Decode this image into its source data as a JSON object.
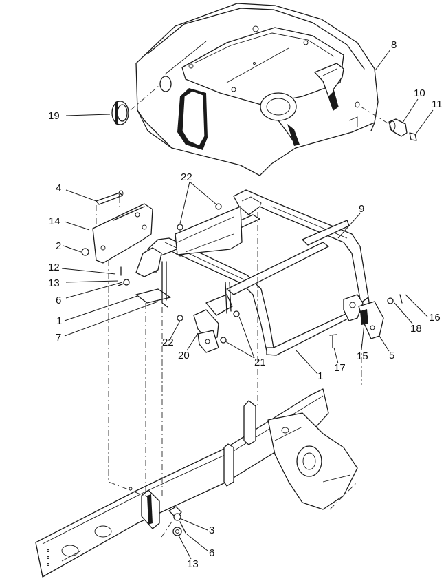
{
  "callouts": [
    {
      "id": "c8",
      "text": "8"
    },
    {
      "id": "c10",
      "text": "10"
    },
    {
      "id": "c11",
      "text": "11"
    },
    {
      "id": "c19",
      "text": "19"
    },
    {
      "id": "c22a",
      "text": "22"
    },
    {
      "id": "c4",
      "text": "4"
    },
    {
      "id": "c9",
      "text": "9"
    },
    {
      "id": "c14",
      "text": "14"
    },
    {
      "id": "c2",
      "text": "2"
    },
    {
      "id": "c12",
      "text": "12"
    },
    {
      "id": "c13a",
      "text": "13"
    },
    {
      "id": "c6a",
      "text": "6"
    },
    {
      "id": "c16",
      "text": "16"
    },
    {
      "id": "c18",
      "text": "18"
    },
    {
      "id": "c1a",
      "text": "1"
    },
    {
      "id": "c7",
      "text": "7"
    },
    {
      "id": "c22b",
      "text": "22"
    },
    {
      "id": "c20",
      "text": "20"
    },
    {
      "id": "c21",
      "text": "21"
    },
    {
      "id": "c15",
      "text": "15"
    },
    {
      "id": "c5",
      "text": "5"
    },
    {
      "id": "c17",
      "text": "17"
    },
    {
      "id": "c1b",
      "text": "1"
    },
    {
      "id": "c3",
      "text": "3"
    },
    {
      "id": "c6b",
      "text": "6"
    },
    {
      "id": "c13b",
      "text": "13"
    }
  ]
}
